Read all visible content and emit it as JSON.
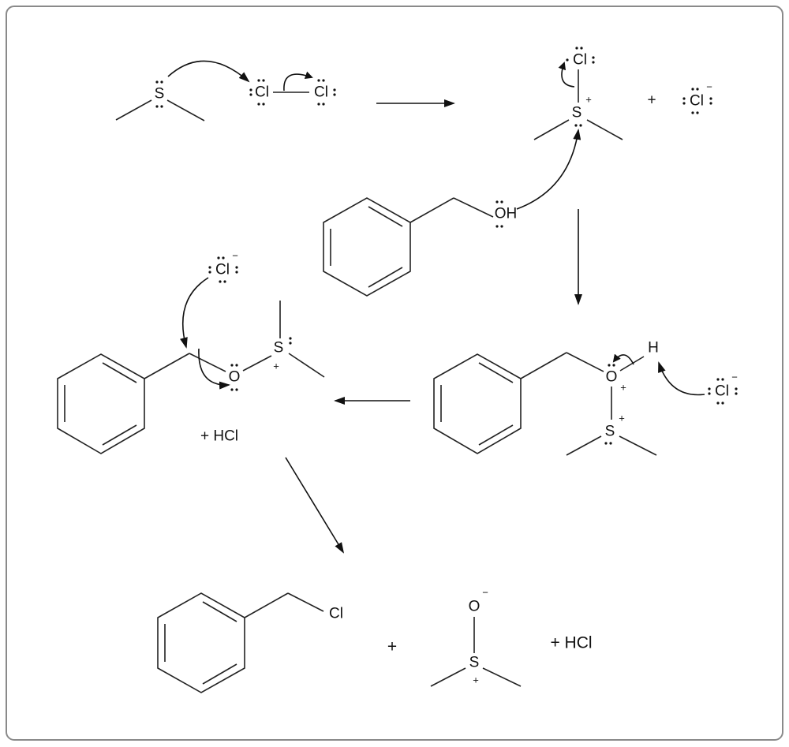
{
  "atoms": {
    "S": "S",
    "Cl": "Cl",
    "O": "O",
    "H": "H",
    "OH": "OH"
  },
  "charges": {
    "plus": "+",
    "minus": "−"
  },
  "plus_sign": "+",
  "hcl_label": "+ HCl",
  "colors": {
    "border": "#8a8a8a",
    "ink": "#111111"
  }
}
